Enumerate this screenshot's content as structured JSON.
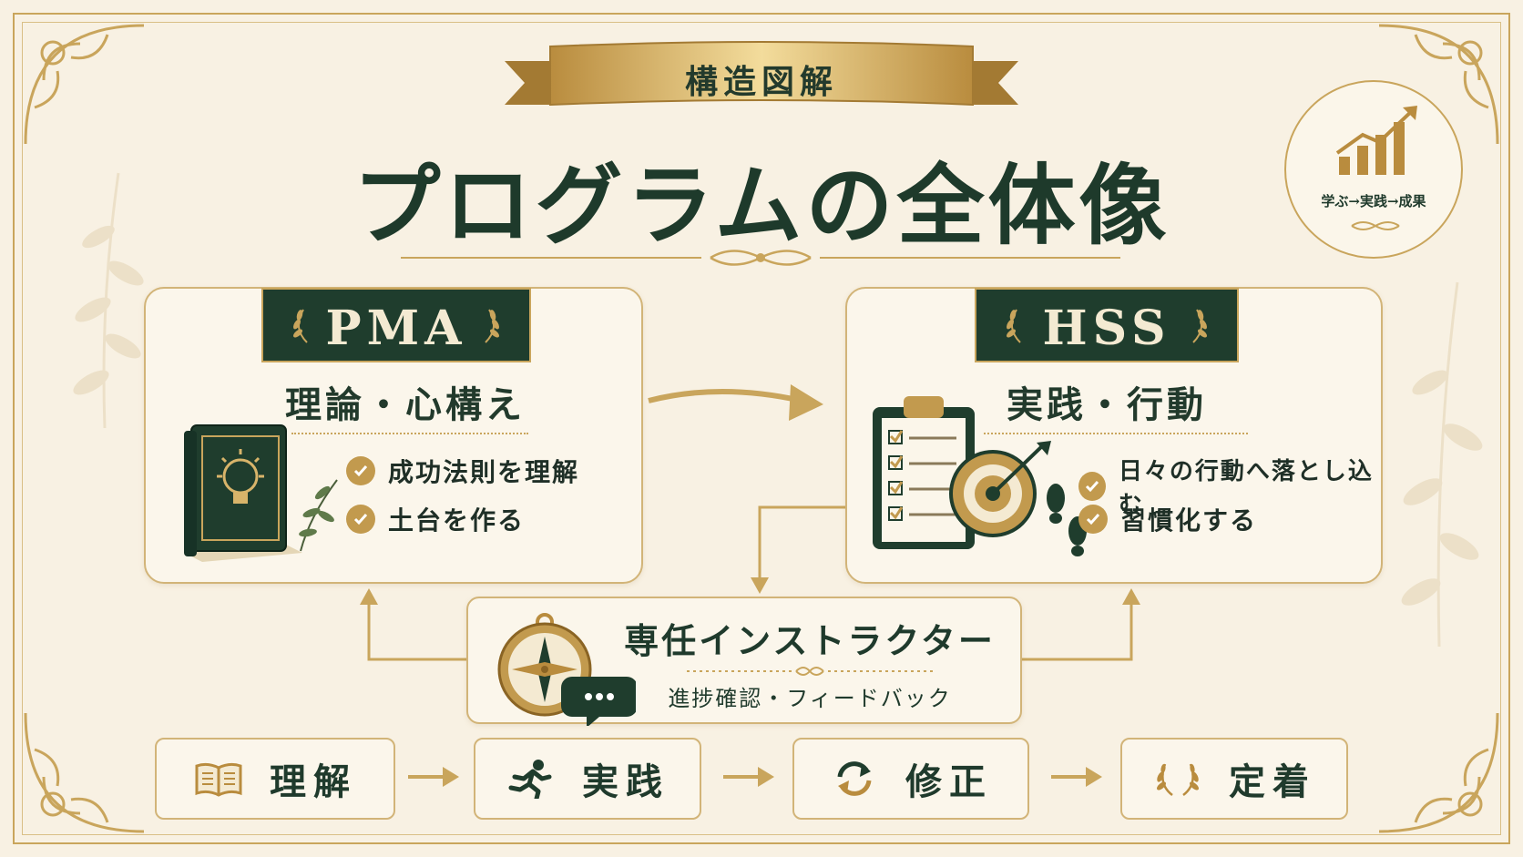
{
  "banner": {
    "label": "構造図解"
  },
  "title": "プログラムの全体像",
  "badge": {
    "caption": "学ぶ→実践→成果"
  },
  "left_card": {
    "plate": "PMA",
    "subtitle": "理論・心構え",
    "items": [
      "成功法則を理解",
      "土台を作る"
    ]
  },
  "right_card": {
    "plate": "HSS",
    "subtitle": "実践・行動",
    "items": [
      "日々の行動へ落とし込む",
      "習慣化する"
    ]
  },
  "instructor": {
    "title": "専任インストラクター",
    "subtitle": "進捗確認・フィードバック"
  },
  "steps": [
    {
      "label": "理解",
      "icon": "open-book-icon"
    },
    {
      "label": "実践",
      "icon": "running-person-icon"
    },
    {
      "label": "修正",
      "icon": "refresh-icon"
    },
    {
      "label": "定着",
      "icon": "laurel-wreath-icon"
    }
  ],
  "colors": {
    "background": "#f8f1e3",
    "gold": "#c9a55c",
    "dark_green": "#1f3d2d",
    "text": "#1f3a2c"
  }
}
